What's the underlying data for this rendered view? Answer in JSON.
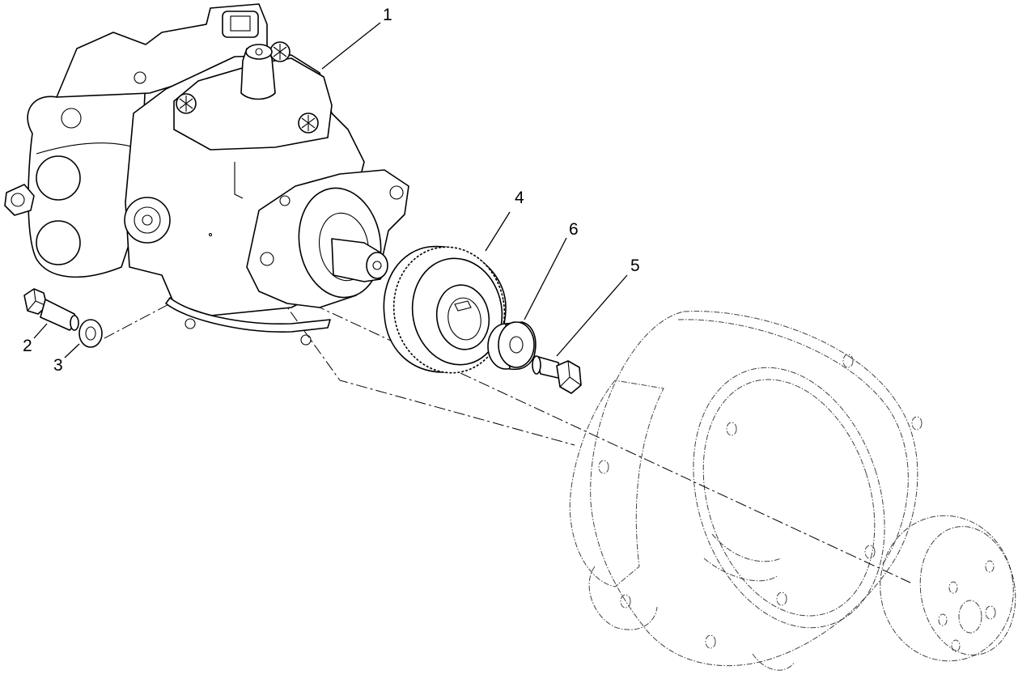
{
  "callouts": [
    {
      "id": "1",
      "label": "1"
    },
    {
      "id": "2",
      "label": "2"
    },
    {
      "id": "3",
      "label": "3"
    },
    {
      "id": "4",
      "label": "4"
    },
    {
      "id": "5",
      "label": "5"
    },
    {
      "id": "6",
      "label": "6"
    }
  ],
  "parts": [
    {
      "callout": "1",
      "icon": "hydraulic-pump-assembly-icon"
    },
    {
      "callout": "2",
      "icon": "hex-bolt-icon"
    },
    {
      "callout": "3",
      "icon": "washer-icon"
    },
    {
      "callout": "4",
      "icon": "spur-gear-icon"
    },
    {
      "callout": "5",
      "icon": "hex-bolt-icon"
    },
    {
      "callout": "6",
      "icon": "spacer-icon"
    }
  ],
  "reference_parts": [
    {
      "icon": "mounting-housing-icon"
    },
    {
      "icon": "gear-cover-icon"
    }
  ],
  "colors": {
    "line": "#000000",
    "background": "#ffffff"
  }
}
